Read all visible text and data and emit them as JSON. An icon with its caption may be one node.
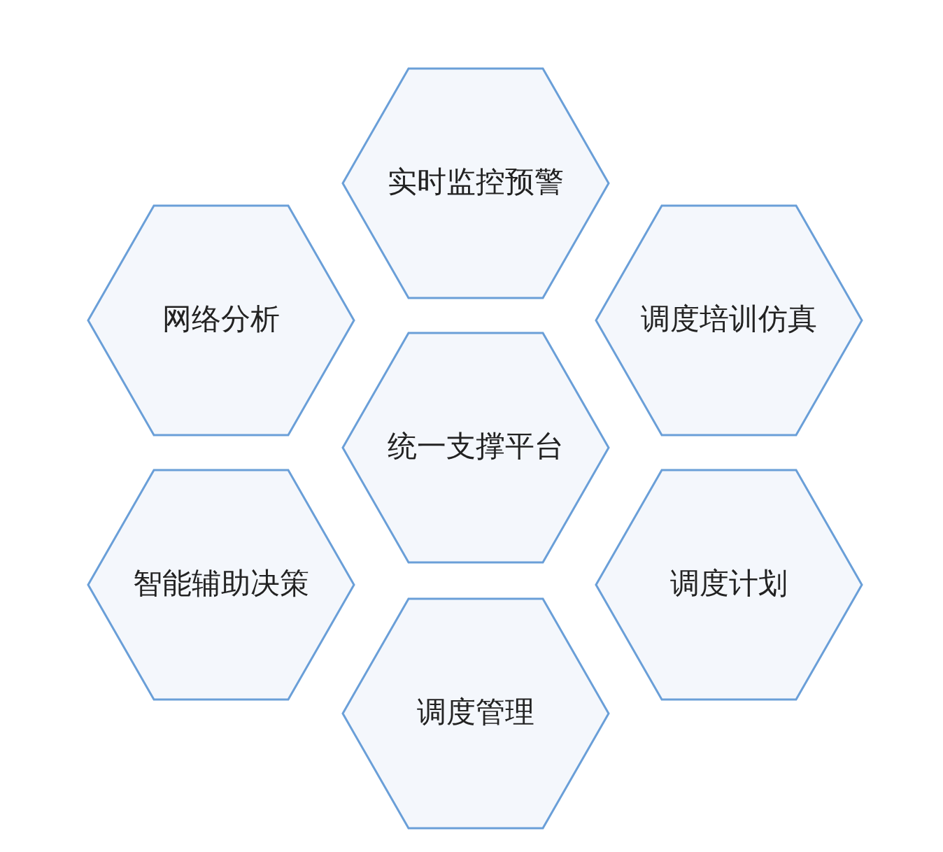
{
  "diagram": {
    "nodes": [
      {
        "text": [
          "实时监控预警"
        ]
      },
      {
        "text": [
          "网络分析"
        ]
      },
      {
        "text": [
          "调度培训仿真"
        ]
      },
      {
        "text": [
          "统一支撑平台"
        ]
      },
      {
        "text": [
          "智能辅助决策"
        ]
      },
      {
        "text": [
          "调度计划"
        ]
      },
      {
        "text": [
          "调度管理"
        ]
      }
    ]
  }
}
